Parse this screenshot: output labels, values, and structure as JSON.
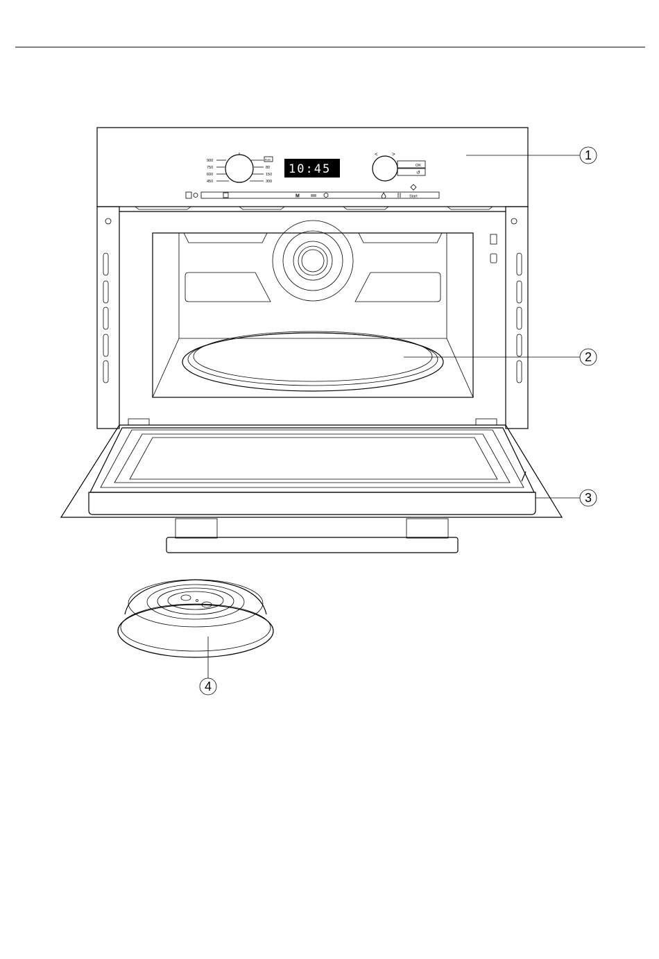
{
  "display": {
    "time": "10:45"
  },
  "power_dial": {
    "left_labels": [
      "900",
      "750",
      "600",
      "450"
    ],
    "right_labels": [
      "Auto",
      "80",
      "150",
      "300"
    ]
  },
  "nav": {
    "left": "<",
    "right": ">",
    "ok": "OK",
    "back": "↺"
  },
  "control_strip": {
    "mode_symbol": "M",
    "start_label": "Start"
  },
  "callouts": [
    "1",
    "2",
    "3",
    "4"
  ],
  "colors": {
    "lines": "#000000",
    "glass": "#d4d4d4",
    "display_bg": "#000000",
    "turntable": "#d8d8d8"
  }
}
